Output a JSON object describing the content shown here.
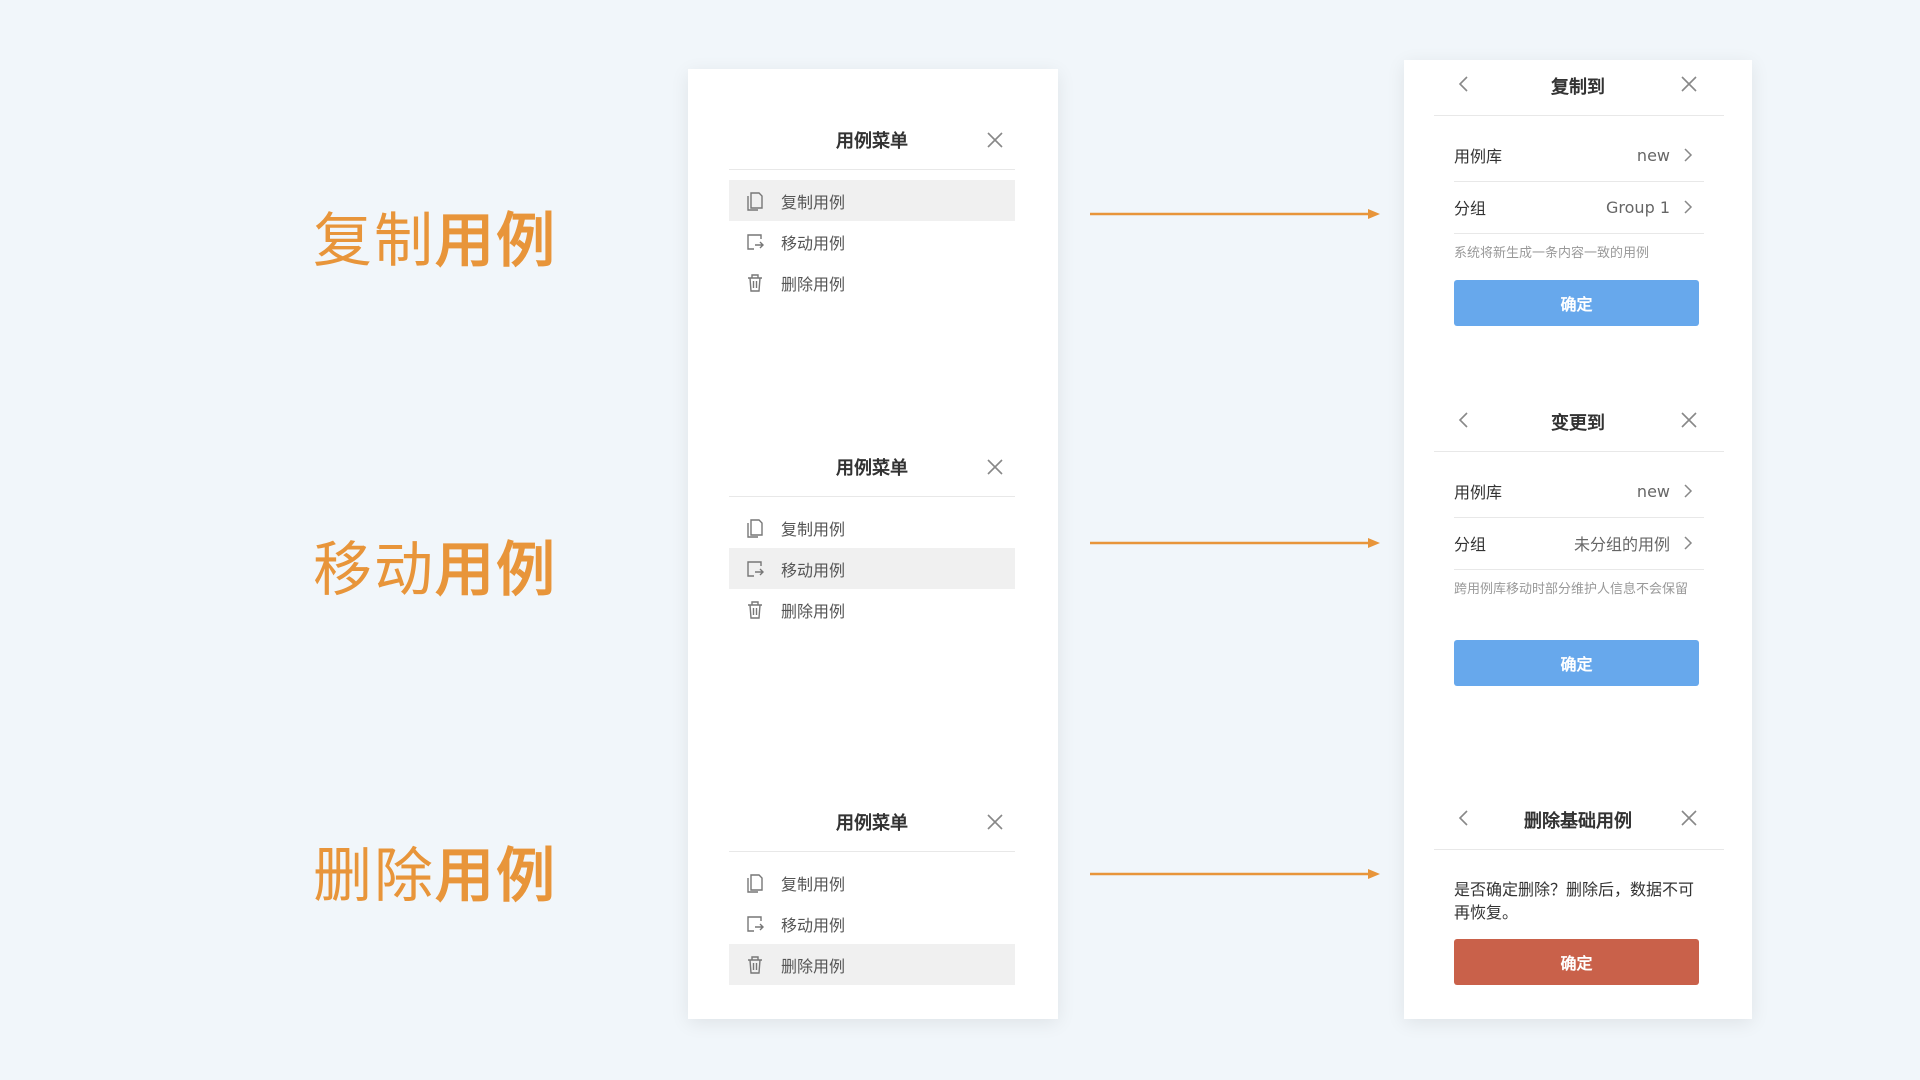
{
  "labels": [
    {
      "prefix": "复制",
      "suffix": "用例"
    },
    {
      "prefix": "移动",
      "suffix": "用例"
    },
    {
      "prefix": "删除",
      "suffix": "用例"
    }
  ],
  "menu": {
    "title": "用例菜单",
    "items": [
      "复制用例",
      "移动用例",
      "删除用例"
    ],
    "icons": [
      "copy-icon",
      "move-icon",
      "trash-icon"
    ]
  },
  "copy_panel": {
    "title": "复制到",
    "library_label": "用例库",
    "library_value": "new",
    "group_label": "分组",
    "group_value": "Group 1",
    "hint": "系统将新生成一条内容一致的用例",
    "confirm": "确定"
  },
  "move_panel": {
    "title": "变更到",
    "library_label": "用例库",
    "library_value": "new",
    "group_label": "分组",
    "group_value": "未分组的用例",
    "hint": "跨用例库移动时部分维护人信息不会保留",
    "confirm": "确定"
  },
  "delete_panel": {
    "title": "删除基础用例",
    "message": "是否确定删除？删除后，数据不可再恢复。",
    "confirm": "确定"
  },
  "colors": {
    "accent": "#e8953a",
    "primary_button": "#67a8ec",
    "danger_button": "#c9614a",
    "background": "#f1f6fa"
  }
}
